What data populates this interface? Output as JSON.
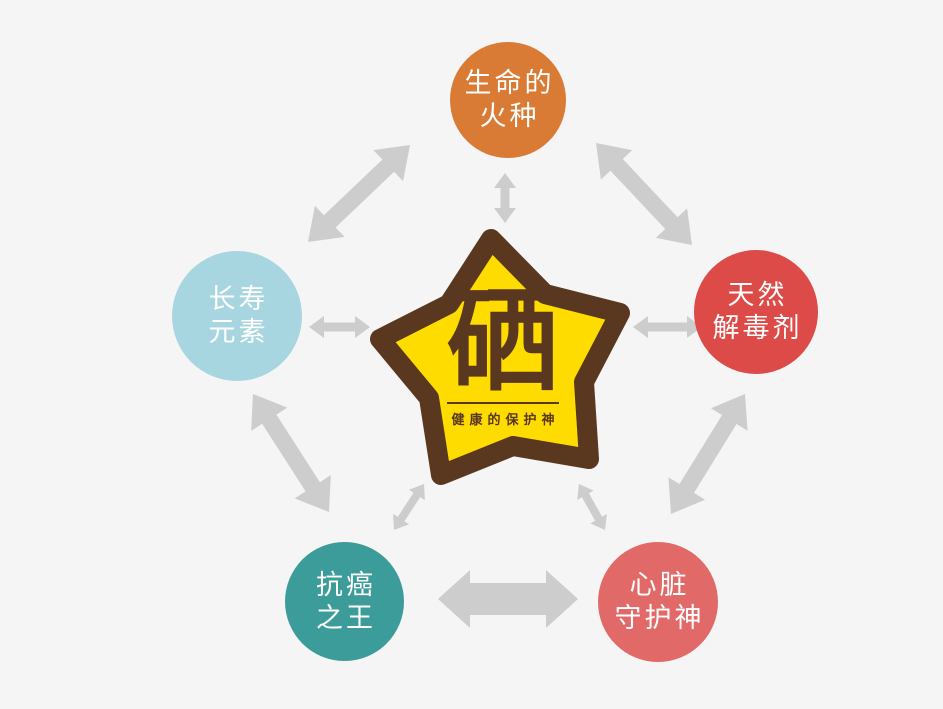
{
  "center": {
    "symbol": "硒",
    "subtitle": "健康的保护神"
  },
  "nodes": [
    {
      "id": "life-spark",
      "line1": "生命的",
      "line2": "火种",
      "color": "#D97A35"
    },
    {
      "id": "natural-antidote",
      "line1": "天然",
      "line2": "解毒剂",
      "color": "#DC4B47"
    },
    {
      "id": "heart-guardian",
      "line1": "心脏",
      "line2": "守护神",
      "color": "#E16A68"
    },
    {
      "id": "anti-cancer-king",
      "line1": "抗癌",
      "line2": "之王",
      "color": "#3C9C99"
    },
    {
      "id": "longevity-element",
      "line1": "长寿",
      "line2": "元素",
      "color": "#A8D6E0"
    }
  ],
  "colors": {
    "background": "#F5F5F5",
    "arrow": "#CDCDCD",
    "star_fill": "#FFDC00",
    "star_border": "#5A3820",
    "star_text": "#5A3820",
    "node_text": "#FFFFFF"
  }
}
